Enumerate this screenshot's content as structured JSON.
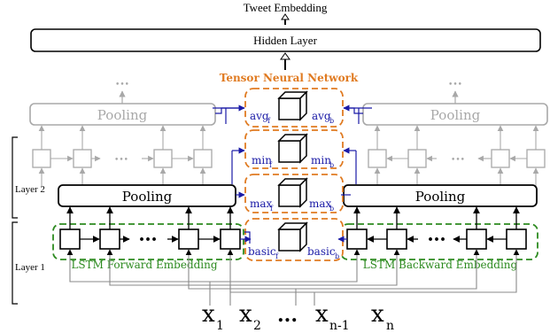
{
  "title": "Tweet Embedding",
  "hidden_layer": "Hidden Layer",
  "tensor_network": "Tensor Neural Network",
  "pooling_left_top": "Pooling",
  "pooling_right_top": "Pooling",
  "pooling_left_mid": "Pooling",
  "pooling_right_mid": "Pooling",
  "layer2": "Layer 2",
  "layer1": "Layer 1",
  "lstm_forward": "LSTM Forward Embedding",
  "lstm_backward": "LSTM Backward Embedding",
  "ellipsis": "•••",
  "tensor_labels": {
    "avg_f": "avg",
    "avg_f_sub": "f",
    "avg_b": "avg",
    "avg_b_sub": "b",
    "min_f": "min",
    "min_f_sub": "f",
    "min_b": "min",
    "min_b_sub": "b",
    "max_f": "max",
    "max_f_sub": "f",
    "max_b": "max",
    "max_b_sub": "b",
    "basic_f": "basic",
    "basic_f_sub": "f",
    "basic_b": "basic",
    "basic_b_sub": "b"
  },
  "inputs": {
    "x1": "x",
    "x1_sub": "1",
    "x2": "x",
    "x2_sub": "2",
    "dots": "...",
    "xn1": "x",
    "xn1_sub": "n-1",
    "xn": "x",
    "xn_sub": "n"
  },
  "colors": {
    "orange": "#e07b22",
    "blue": "#1a1aa6",
    "green": "#2c8a1f",
    "gray": "#a8a8a8"
  }
}
